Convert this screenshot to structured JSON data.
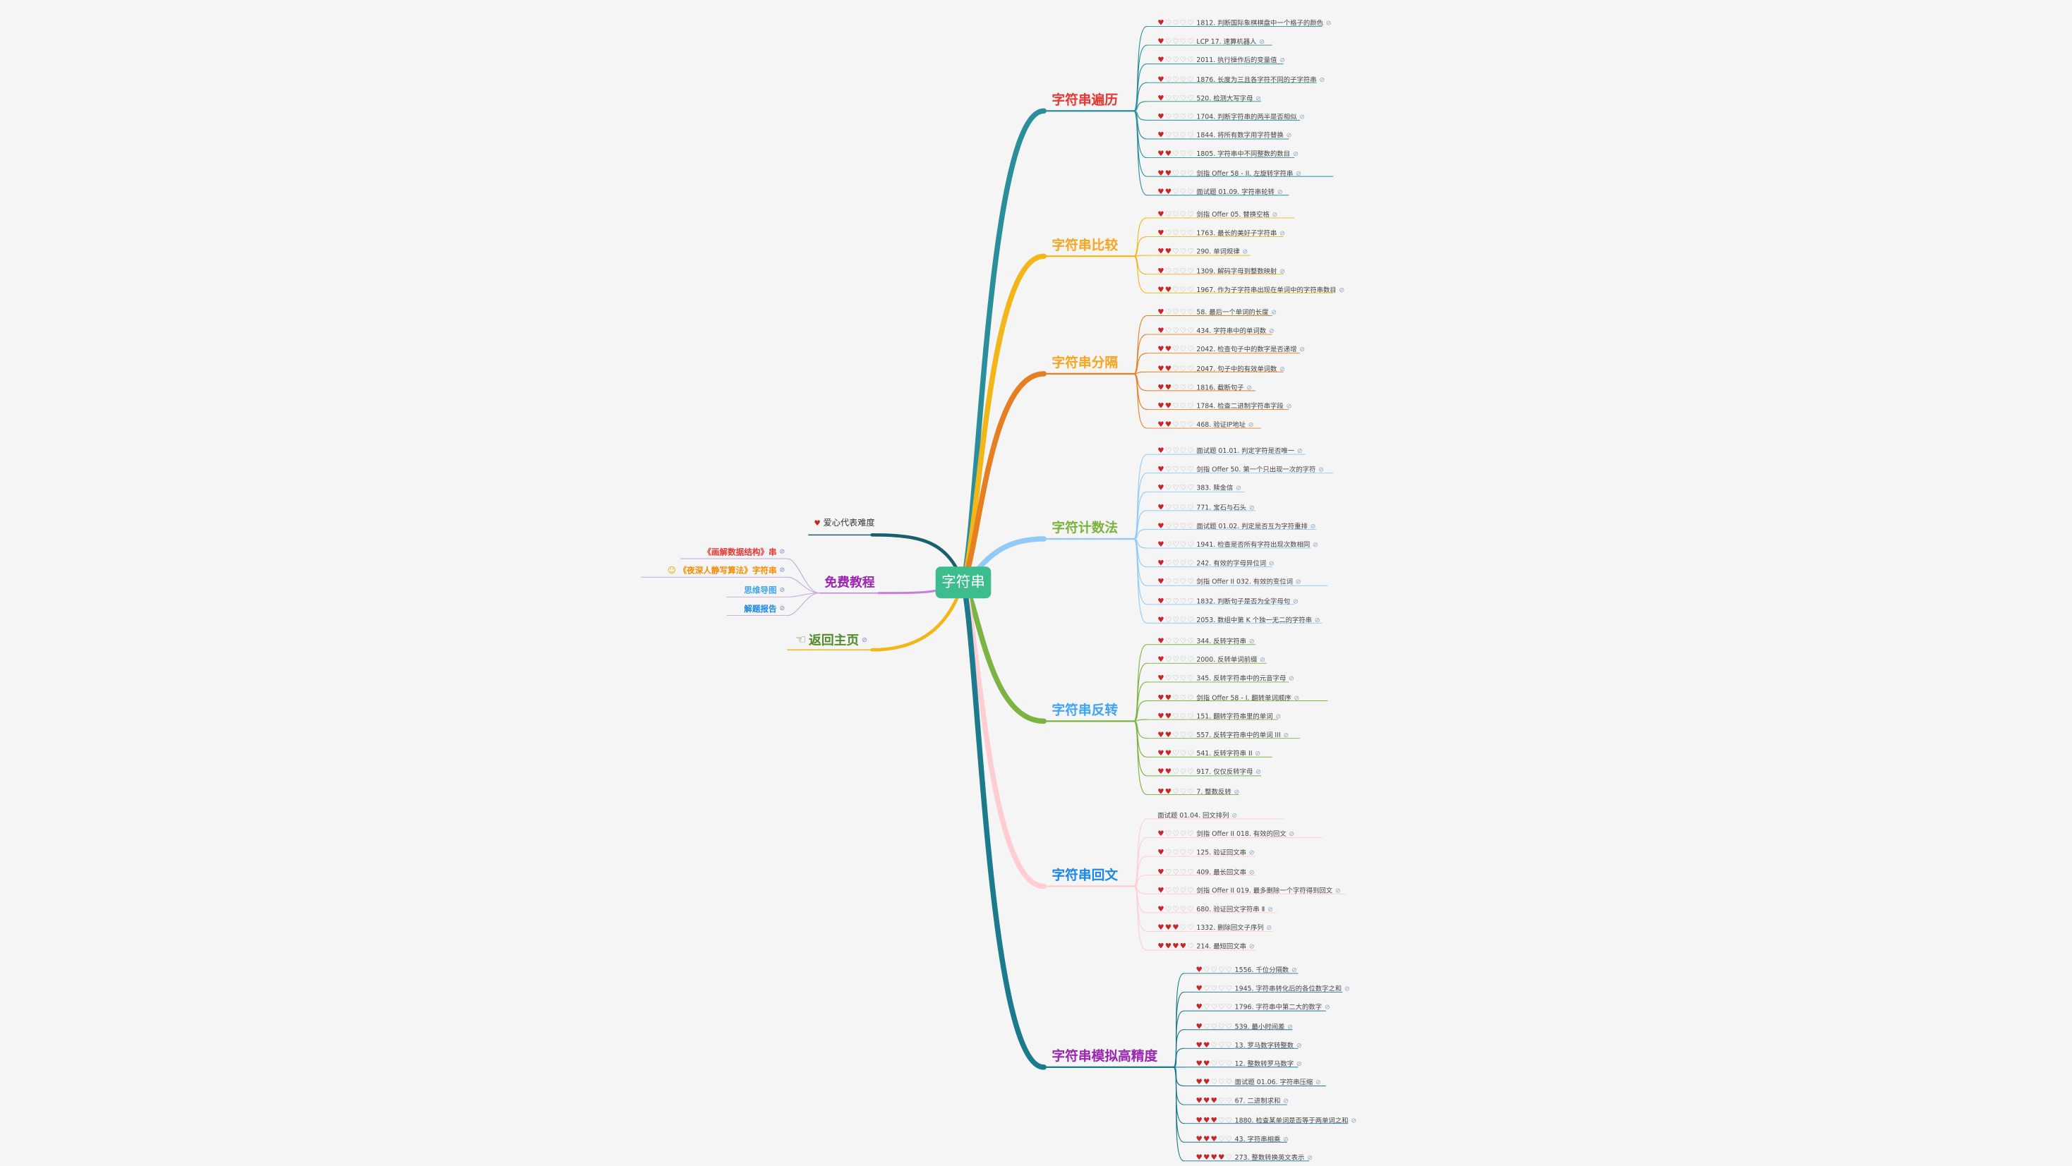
{
  "colors": {
    "background": "#f5f5f5",
    "root": "#3dbd8e",
    "heart_on": "#c62828",
    "heart_off": "#a8a8a8"
  },
  "root": {
    "title": "字符串"
  },
  "legend": {
    "text": "爱心代表难度",
    "icon": "heart-icon"
  },
  "tutorials": {
    "title": "免费教程",
    "items": [
      {
        "label": "《画解数据结构》串",
        "color": "#e53935",
        "icon": "link-icon"
      },
      {
        "label": "《夜深人静写算法》字符串",
        "color": "#fb8c00",
        "icon": "link-icon"
      },
      {
        "label": "思维导图",
        "color": "#42a5f5",
        "icon": "link-icon"
      },
      {
        "label": "解题报告",
        "color": "#1e88e5",
        "icon": "link-icon"
      }
    ]
  },
  "home": {
    "title": "返回主页",
    "icon": "pointing-hand-icon"
  },
  "branches": [
    {
      "title": "字符串遍历",
      "color": "#e53935",
      "line": "#2a8f9a",
      "items": [
        {
          "d": 1,
          "t": "1812. 判断国际象棋棋盘中一个格子的颜色"
        },
        {
          "d": 1,
          "t": "LCP 17. 速算机器人"
        },
        {
          "d": 1,
          "t": "2011. 执行操作后的变量值"
        },
        {
          "d": 1,
          "t": "1876. 长度为三且各字符不同的子字符串"
        },
        {
          "d": 1,
          "t": "520. 检测大写字母"
        },
        {
          "d": 1,
          "t": "1704. 判断字符串的两半是否相似"
        },
        {
          "d": 1,
          "t": "1844. 将所有数字用字符替换"
        },
        {
          "d": 2,
          "t": "1805. 字符串中不同整数的数目"
        },
        {
          "d": 2,
          "t": "剑指 Offer 58 - II. 左旋转字符串"
        },
        {
          "d": 2,
          "t": "面试题 01.09. 字符串轮转"
        }
      ]
    },
    {
      "title": "字符串比较",
      "color": "#f5a623",
      "line": "#f3b619",
      "items": [
        {
          "d": 1,
          "t": "剑指 Offer 05. 替换空格"
        },
        {
          "d": 1,
          "t": "1763. 最长的美好子字符串"
        },
        {
          "d": 2,
          "t": "290. 单词规律"
        },
        {
          "d": 1,
          "t": "1309. 解码字母到整数映射"
        },
        {
          "d": 2,
          "t": "1967. 作为子字符串出现在单词中的字符串数目"
        }
      ]
    },
    {
      "title": "字符串分隔",
      "color": "#f5a623",
      "line": "#e67e22",
      "items": [
        {
          "d": 1,
          "t": "58. 最后一个单词的长度"
        },
        {
          "d": 1,
          "t": "434. 字符串中的单词数"
        },
        {
          "d": 2,
          "t": "2042. 检查句子中的数字是否递增"
        },
        {
          "d": 2,
          "t": "2047. 句子中的有效单词数"
        },
        {
          "d": 2,
          "t": "1816. 截断句子"
        },
        {
          "d": 2,
          "t": "1784. 检查二进制字符串字段"
        },
        {
          "d": 2,
          "t": "468. 验证IP地址"
        }
      ]
    },
    {
      "title": "字符计数法",
      "color": "#7cb342",
      "line": "#90caf9",
      "items": [
        {
          "d": 1,
          "t": "面试题 01.01. 判定字符是否唯一"
        },
        {
          "d": 1,
          "t": "剑指 Offer 50. 第一个只出现一次的字符"
        },
        {
          "d": 1,
          "t": "383. 赎金信"
        },
        {
          "d": 1,
          "t": "771. 宝石与石头"
        },
        {
          "d": 1,
          "t": "面试题 01.02. 判定是否互为字符重排"
        },
        {
          "d": 1,
          "t": "1941. 检查是否所有字符出现次数相同"
        },
        {
          "d": 1,
          "t": "242. 有效的字母异位词"
        },
        {
          "d": 1,
          "t": "剑指 Offer II 032. 有效的变位词"
        },
        {
          "d": 1,
          "t": "1832. 判断句子是否为全字母句"
        },
        {
          "d": 1,
          "t": "2053. 数组中第 K 个独一无二的字符串"
        }
      ]
    },
    {
      "title": "字符串反转",
      "color": "#42a5f5",
      "line": "#7cb342",
      "items": [
        {
          "d": 1,
          "t": "344. 反转字符串"
        },
        {
          "d": 1,
          "t": "2000. 反转单词前缀"
        },
        {
          "d": 1,
          "t": "345. 反转字符串中的元音字母"
        },
        {
          "d": 2,
          "t": "剑指 Offer 58 - I. 翻转单词顺序"
        },
        {
          "d": 2,
          "t": "151. 翻转字符串里的单词"
        },
        {
          "d": 2,
          "t": "557. 反转字符串中的单词 III"
        },
        {
          "d": 2,
          "t": "541. 反转字符串 II"
        },
        {
          "d": 2,
          "t": "917. 仅仅反转字母"
        },
        {
          "d": 2,
          "t": "7. 整数反转"
        }
      ]
    },
    {
      "title": "字符串回文",
      "color": "#1e88e5",
      "line": "#ffcdd2",
      "items": [
        {
          "d": 0,
          "t": "面试题 01.04. 回文排列"
        },
        {
          "d": 1,
          "t": "剑指 Offer II 018. 有效的回文"
        },
        {
          "d": 1,
          "t": "125. 验证回文串"
        },
        {
          "d": 1,
          "t": "409. 最长回文串"
        },
        {
          "d": 1,
          "t": "剑指 Offer II 019. 最多删除一个字符得到回文"
        },
        {
          "d": 1,
          "t": "680. 验证回文字符串 Ⅱ"
        },
        {
          "d": 3,
          "t": "1332. 删除回文子序列"
        },
        {
          "d": 4,
          "t": "214. 最短回文串"
        }
      ]
    },
    {
      "title": "字符串模拟高精度",
      "color": "#9c27b0",
      "line": "#1b7a8c",
      "items": [
        {
          "d": 1,
          "t": "1556. 千位分隔数"
        },
        {
          "d": 1,
          "t": "1945. 字符串转化后的各位数字之和"
        },
        {
          "d": 1,
          "t": "1796. 字符串中第二大的数字"
        },
        {
          "d": 1,
          "t": "539. 最小时间差"
        },
        {
          "d": 2,
          "t": "13. 罗马数字转整数"
        },
        {
          "d": 2,
          "t": "12. 整数转罗马数字"
        },
        {
          "d": 2,
          "t": "面试题 01.06. 字符串压缩"
        },
        {
          "d": 3,
          "t": "67. 二进制求和"
        },
        {
          "d": 3,
          "t": "1880. 检查某单词是否等于两单词之和"
        },
        {
          "d": 3,
          "t": "43. 字符串相乘"
        },
        {
          "d": 4,
          "t": "273. 整数转换英文表示"
        }
      ]
    }
  ]
}
